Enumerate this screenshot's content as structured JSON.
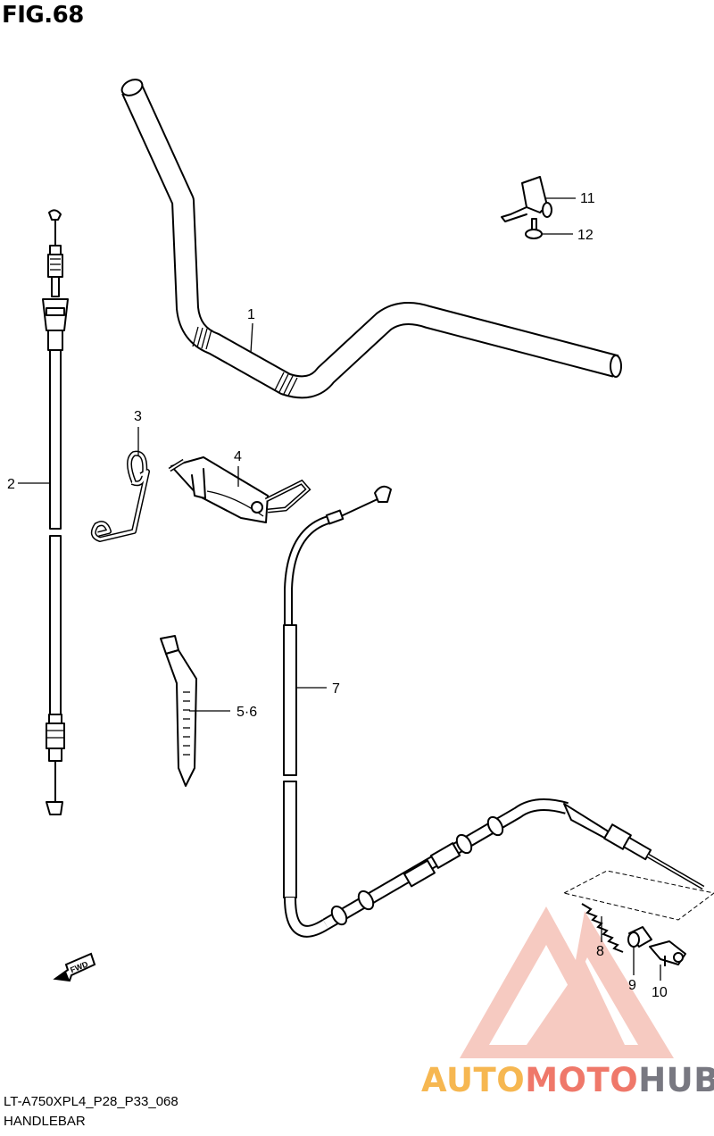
{
  "figure": {
    "title": "FIG.68"
  },
  "callouts": {
    "p1": "1",
    "p2": "2",
    "p3": "3",
    "p4": "4",
    "p56": "5·6",
    "p7": "7",
    "p8": "8",
    "p9": "9",
    "p10": "10",
    "p11": "11",
    "p12": "12"
  },
  "fwd_label": "FWD",
  "footer": {
    "code": "LT-A750XPL4_P28_P33_068",
    "name": "HANDLEBAR"
  },
  "watermark": {
    "part1": "AUTO",
    "part2": "MOTO",
    "part3": "HUB",
    "colors": {
      "auto": "#f4aa32",
      "moto": "#ec6050",
      "hub": "#696973",
      "triangle": "#f08070"
    }
  }
}
